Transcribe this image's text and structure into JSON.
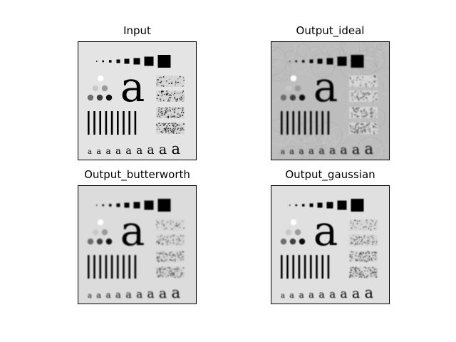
{
  "figure": {
    "panels": [
      {
        "title": "Input",
        "filter": "none",
        "background": "#e4e4e4"
      },
      {
        "title": "Output_ideal",
        "filter": "ideal",
        "background": "#bdbdbd"
      },
      {
        "title": "Output_butterworth",
        "filter": "butterworth",
        "background": "#dcdcdc"
      },
      {
        "title": "Output_gaussian",
        "filter": "gaussian",
        "background": "#e0e0e0"
      }
    ],
    "test_pattern": {
      "big_letter": "a",
      "letter_row": [
        "a",
        "a",
        "a",
        "a",
        "a",
        "a",
        "a",
        "a",
        "a"
      ],
      "squares_count": 8,
      "bars_count": 9,
      "dots_count": 6,
      "noise_blocks_count": 4
    },
    "colors": {
      "frame": "#000000",
      "ink": "#000000"
    }
  }
}
